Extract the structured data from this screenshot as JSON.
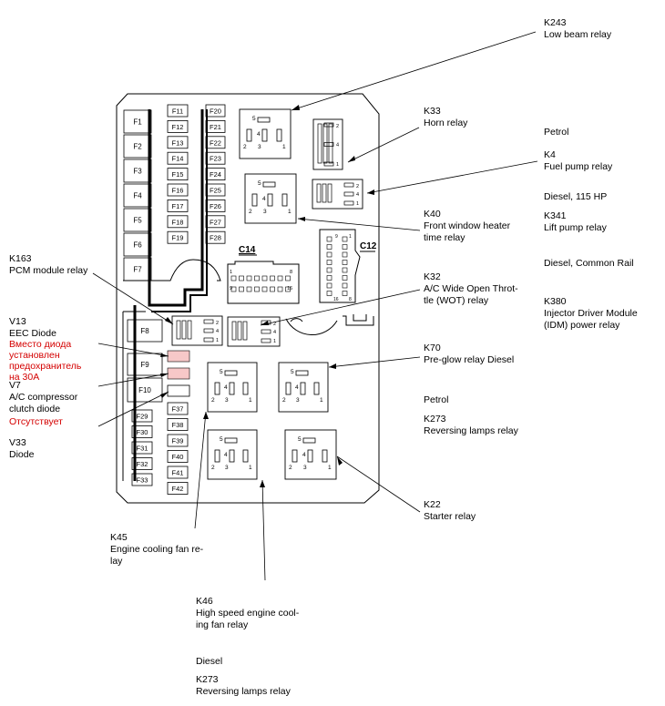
{
  "fuses": {
    "col1": [
      "F1",
      "F2",
      "F3",
      "F4",
      "F5",
      "F6",
      "F7"
    ],
    "col2": [
      "F11",
      "F12",
      "F13",
      "F14",
      "F15",
      "F16",
      "F17",
      "F18",
      "F19"
    ],
    "col3": [
      "F20",
      "F21",
      "F22",
      "F23",
      "F24",
      "F25",
      "F26",
      "F27",
      "F28"
    ],
    "mid": [
      "F8",
      "F9",
      "F10"
    ],
    "bottom_left": [
      "F29",
      "F30",
      "F31",
      "F32",
      "F33"
    ],
    "bottom_right": [
      "F37",
      "F38",
      "F39",
      "F40",
      "F41",
      "F42"
    ]
  },
  "connectors": {
    "c14": "C14",
    "c12": "C12"
  },
  "pins": {
    "relay5": [
      "1",
      "2",
      "3",
      "4",
      "5"
    ],
    "relay_small": [
      "1",
      "2",
      "3",
      "4",
      "5"
    ],
    "c14": [
      "1",
      "8",
      "9",
      "16"
    ],
    "c12": [
      "1",
      "8",
      "9",
      "16"
    ]
  },
  "labels": {
    "k243": [
      "K243",
      "Low beam relay"
    ],
    "k33": [
      "K33",
      "Horn relay"
    ],
    "petrol1": [
      "Petrol"
    ],
    "k4": [
      "K4",
      "Fuel pump relay"
    ],
    "diesel115": [
      "Diesel, 115 HP"
    ],
    "k40": [
      "K40",
      "Front window heater",
      "time relay"
    ],
    "k341": [
      "K341",
      "Lift pump relay"
    ],
    "k163": [
      "K163",
      "PCM module relay"
    ],
    "common_rail": [
      "Diesel, Common Rail"
    ],
    "k32": [
      "K32",
      "A/C Wide Open Throt-",
      "tle (WOT) relay"
    ],
    "k380": [
      "K380",
      "Injector Driver Module",
      "(IDM) power relay"
    ],
    "v13": [
      "V13",
      "EEC Diode"
    ],
    "v13_note": [
      "Вместо диода",
      "установлен",
      "предохранитель",
      "на 30А"
    ],
    "v7": [
      "V7",
      "A/C compressor",
      "clutch diode"
    ],
    "v7_note": [
      "Отсутствует"
    ],
    "k70": [
      "K70",
      "Pre-glow relay Diesel"
    ],
    "petrol2": [
      "Petrol"
    ],
    "k273a": [
      "K273",
      "Reversing lamps relay"
    ],
    "v33": [
      "V33",
      "Diode"
    ],
    "k22": [
      "K22",
      "Starter relay"
    ],
    "k45": [
      "K45",
      "Engine cooling fan re-",
      "lay"
    ],
    "k46": [
      "K46",
      "High speed engine cool-",
      "ing fan relay"
    ],
    "diesel2": [
      "Diesel"
    ],
    "k273b": [
      "K273",
      "Reversing lamps relay"
    ]
  },
  "colors": {
    "line": "#000000",
    "note_red": "#d40000",
    "diode_fill": "#f7c8c8"
  }
}
